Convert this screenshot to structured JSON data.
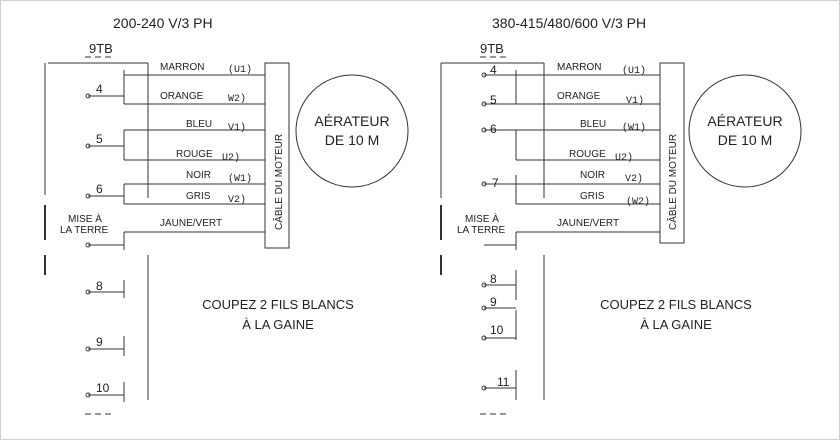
{
  "left_diagram": {
    "voltage": "200-240 V/3 PH",
    "terminal_block": "9TB",
    "terminals": [
      "4",
      "5",
      "6",
      "8",
      "9",
      "10"
    ],
    "ground_label_line1": "MISE À",
    "ground_label_line2": "LA TERRE",
    "wires": [
      {
        "color": "MARRON",
        "lead": "(U1)"
      },
      {
        "color": "ORANGE",
        "lead": "W2)"
      },
      {
        "color": "BLEU",
        "lead": "V1)"
      },
      {
        "color": "ROUGE",
        "lead": "U2)"
      },
      {
        "color": "NOIR",
        "lead": "(W1)"
      },
      {
        "color": "GRIS",
        "lead": "V2)"
      },
      {
        "color": "JAUNE/VERT",
        "lead": ""
      }
    ],
    "cable_label": "CÂBLE DU MOTEUR",
    "aerator_line1": "AÉRATEUR",
    "aerator_line2": "DE 10 M",
    "note_line1": "COUPEZ 2 FILS BLANCS",
    "note_line2": "À LA GAINE"
  },
  "right_diagram": {
    "voltage": "380-415/480/600 V/3 PH",
    "terminal_block": "9TB",
    "terminals": [
      "4",
      "5",
      "6",
      "7",
      "8",
      "9",
      "10",
      "11"
    ],
    "ground_label_line1": "MISE À",
    "ground_label_line2": "LA TERRE",
    "wires": [
      {
        "color": "MARRON",
        "lead": "(U1)"
      },
      {
        "color": "ORANGE",
        "lead": "V1)"
      },
      {
        "color": "BLEU",
        "lead": "(W1)"
      },
      {
        "color": "ROUGE",
        "lead": "U2)"
      },
      {
        "color": "NOIR",
        "lead": "V2)"
      },
      {
        "color": "GRIS",
        "lead": "(W2)"
      },
      {
        "color": "JAUNE/VERT",
        "lead": ""
      }
    ],
    "cable_label": "CÂBLE DU MOTEUR",
    "aerator_line1": "AÉRATEUR",
    "aerator_line2": "DE 10 M",
    "note_line1": "COUPEZ 2 FILS BLANCS",
    "note_line2": "À LA GAINE"
  }
}
